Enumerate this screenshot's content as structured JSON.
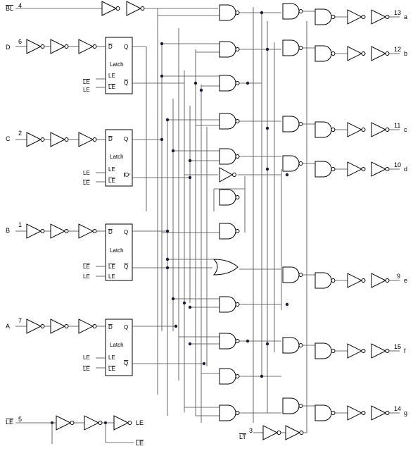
{
  "inputs": {
    "bl": {
      "name": "BL",
      "pin": "4"
    },
    "d": {
      "name": "D",
      "pin": "6"
    },
    "c": {
      "name": "C",
      "pin": "2"
    },
    "b": {
      "name": "B",
      "pin": "1"
    },
    "a": {
      "name": "A",
      "pin": "7"
    },
    "le": {
      "name": "LE",
      "pin": "5"
    },
    "lt": {
      "name": "LT",
      "pin": "3"
    }
  },
  "outputs": [
    {
      "name": "a",
      "pin": "13"
    },
    {
      "name": "b",
      "pin": "12"
    },
    {
      "name": "c",
      "pin": "11"
    },
    {
      "name": "d",
      "pin": "10"
    },
    {
      "name": "e",
      "pin": "9"
    },
    {
      "name": "f",
      "pin": "15"
    },
    {
      "name": "g",
      "pin": "14"
    }
  ],
  "latches": [
    {
      "in_label": "D",
      "le1": "LE",
      "le2": "LE",
      "q": "Q",
      "qbar": "Q",
      "title": "Latch",
      "ext1": "LE",
      "ext2": "LE"
    },
    {
      "in_label": "D",
      "le1": "LE",
      "le2": "LE",
      "q": "Q",
      "qbar": "Q",
      "title": "Latch",
      "ext1": "LE",
      "ext2": "LE"
    },
    {
      "in_label": "D",
      "le1": "LE",
      "le2": "LE",
      "q": "Q",
      "qbar": "Q",
      "title": "Latch",
      "ext1": "LE",
      "ext2": "LE"
    },
    {
      "in_label": "D",
      "le1": "LE",
      "le2": "LE",
      "q": "Q",
      "qbar": "Q",
      "title": "Latch",
      "ext1": "LE",
      "ext2": "LE"
    }
  ],
  "le_buffer": {
    "out1": "LE",
    "out2": "LE"
  }
}
